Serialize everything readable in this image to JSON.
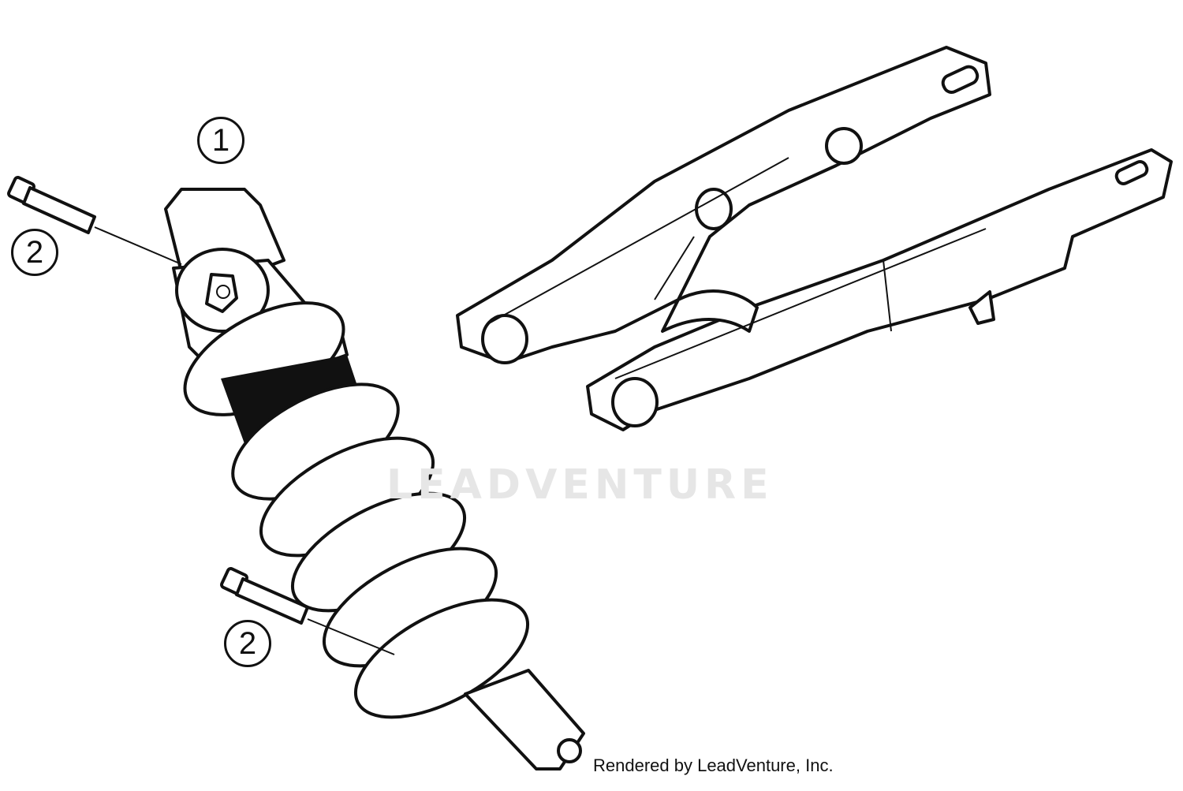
{
  "callouts": [
    {
      "label": "1",
      "part": "shock-absorber"
    },
    {
      "label": "2",
      "part": "upper-bolt"
    },
    {
      "label": "2",
      "part": "lower-bolt"
    }
  ],
  "watermark": "LEADVENTURE",
  "credit": "Rendered by LeadVenture, Inc.",
  "colors": {
    "line": "#111111",
    "background": "#ffffff",
    "watermark": "#e6e6e6"
  }
}
